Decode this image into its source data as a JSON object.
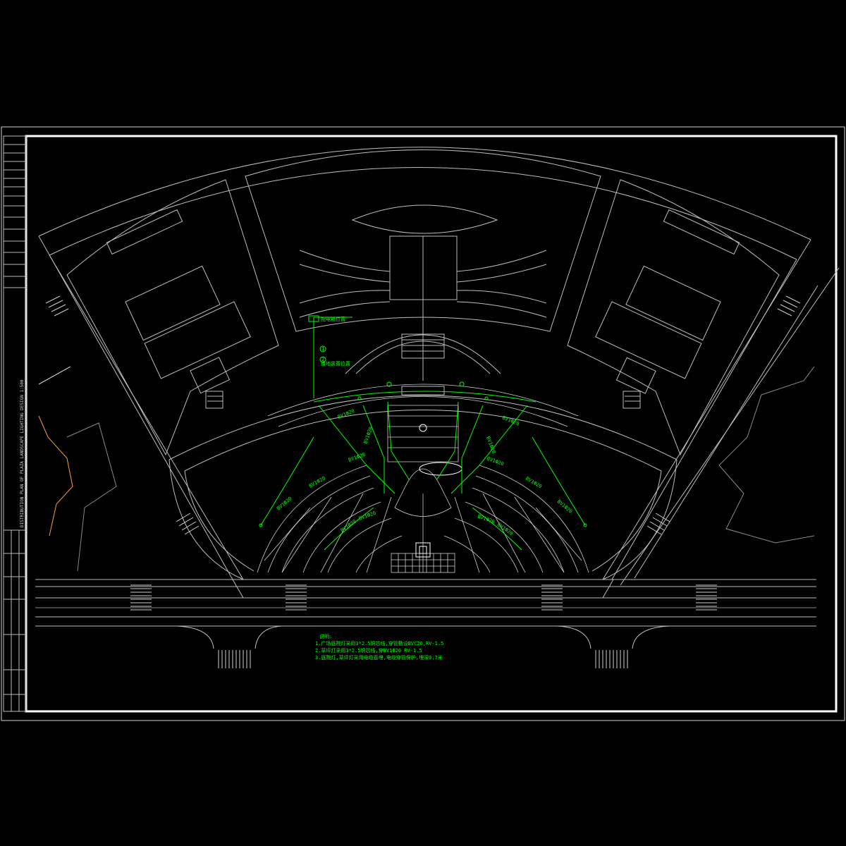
{
  "drawing": {
    "cable_labels": [
      "BV1Ф20",
      "BV1Ф20",
      "BV1Ф20",
      "BV1Ф20",
      "BV1Ф20",
      "BV1Ф20",
      "BV1Ф20",
      "BV1Ф20",
      "BV1Ф20",
      "BV1Ф20",
      "BV1Ф20",
      "BV1Ф20",
      "BV1Ф20",
      "BV1Ф20"
    ],
    "notes": {
      "heading": "说明:",
      "lines": [
        "1.广场庭院灯采用3*2.5铜芯线,穿管敷设BVC20,RV-1.5",
        "2.草坪灯采用3*2.5铜芯线,穿BV1Ф20  RV-1.5",
        "3.庭院灯,草坪灯采用电缆直埋,电缆穿管保护,埋深0.7米"
      ]
    },
    "vertical_label": "DISTRIBUTION PLAN OF PLAZA LANDSCAPE LIGHTING DESIGN 1:500",
    "box_labels": [
      "配电箱位置",
      "接地装置位置"
    ],
    "bubble_labels": [
      "1",
      "2"
    ]
  },
  "colors": {
    "background": "#000000",
    "linework": "#bdbdbd",
    "wiring": "#00ff00",
    "frame": "#ffffff"
  }
}
